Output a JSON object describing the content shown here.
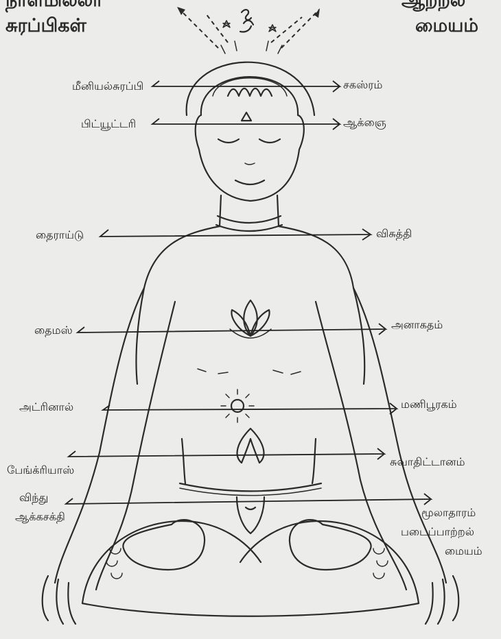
{
  "titles": {
    "left_top": "நாளமில்லா",
    "left_bottom": "சுரப்பிகள்",
    "right_top": "ஆற்றல்",
    "right_bottom": "மையம்"
  },
  "glands": {
    "pineal": "மீனியல்சுரப்பி",
    "pituitary": "பிட்யூட்டரி",
    "thyroid": "தைராய்டு",
    "thymus": "தைமஸ்",
    "adrenal": "அட்ரினால்",
    "pancreas": "பேங்க்ரியாஸ்",
    "gonads_1": "விந்து",
    "gonads_2": "ஆக்கசக்தி"
  },
  "chakras": {
    "sahasrara": "சகஸ்ரம்",
    "ajna": "ஆக்ஞை",
    "vishuddhi": "விசுத்தி",
    "anahata": "அனாகதம்",
    "manipura": "மணிபூரகம்",
    "swadhisthana": "சுவாதிட்டானம்",
    "muladhara_1": "மூலாதாரம்",
    "muladhara_2": "படைப்பாற்றல்",
    "muladhara_3": "மையம்"
  }
}
